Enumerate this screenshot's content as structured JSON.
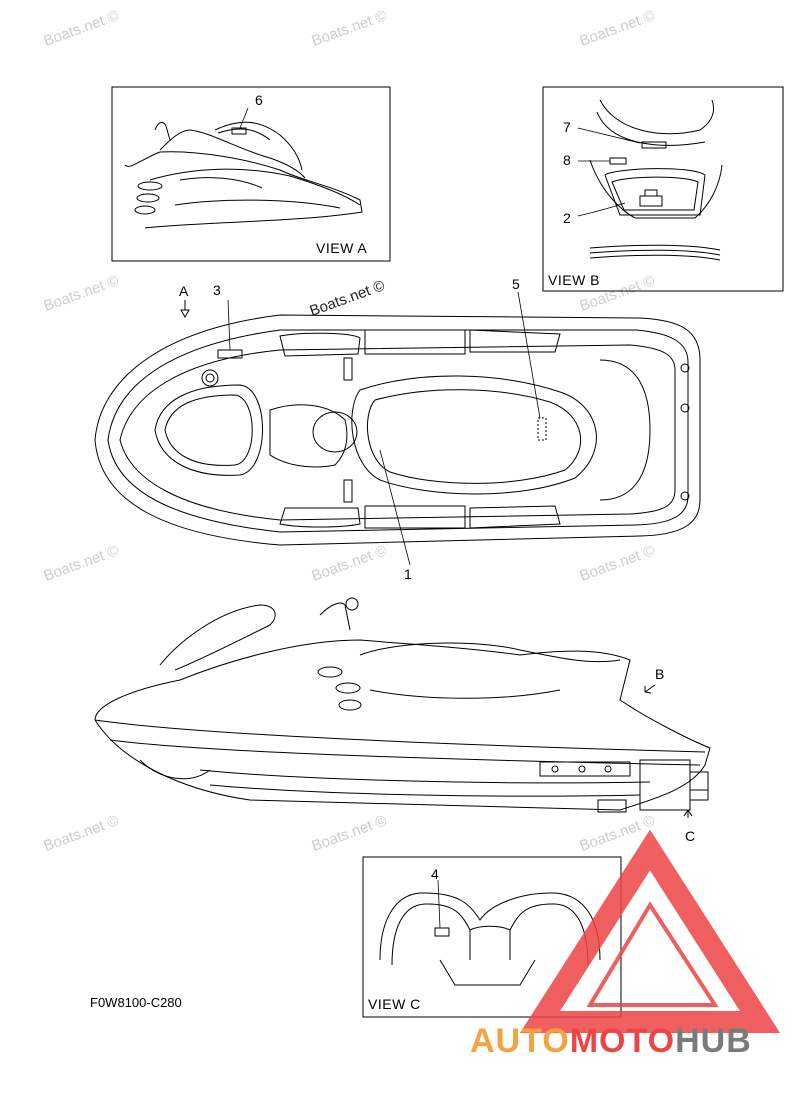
{
  "watermark": "Boats.net ©",
  "figure_code": "F0W8100-C280",
  "views": {
    "a": "VIEW A",
    "b": "VIEW B",
    "c": "VIEW C"
  },
  "arrows": {
    "a": "A",
    "b": "B",
    "c": "C"
  },
  "callouts": [
    "1",
    "2",
    "3",
    "4",
    "5",
    "6",
    "7",
    "8"
  ],
  "logo": {
    "part1": "AUTO",
    "part2": "MOTO",
    "part3": "HUB",
    "colors": {
      "auto": "#f4a340",
      "moto": "#ee4444",
      "hub": "#7a7a7a",
      "triangle": "#ee4444"
    }
  }
}
